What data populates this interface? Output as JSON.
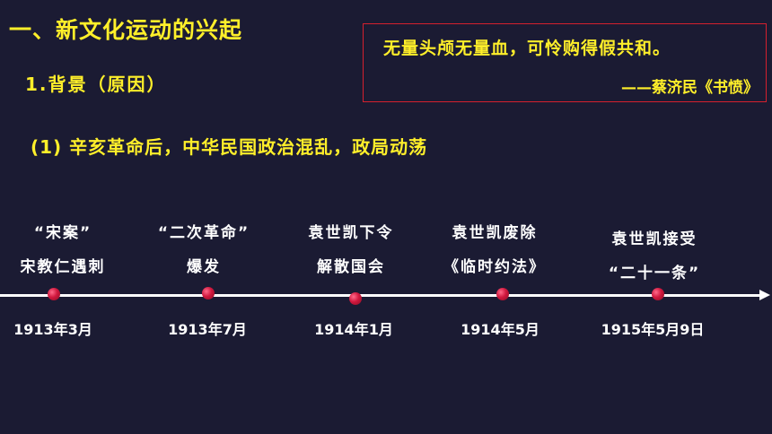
{
  "slide": {
    "title": "一、新文化运动的兴起",
    "subtitle": "1.背景（原因）",
    "point": "(1) 辛亥革命后，中华民国政治混乱，政局动荡",
    "quote": {
      "text": "无量头颅无量血，可怜购得假共和。",
      "source": "——蔡济民《书愤》"
    },
    "accent_color": "#ffef2a",
    "box_border_color": "#d5202e",
    "marker_color": "#d0183e",
    "background_color": "#1b1b33"
  },
  "timeline": {
    "events": [
      {
        "line1": "“宋案”",
        "line2": "宋教仁遇刺",
        "date": "1913年3月"
      },
      {
        "line1": "“二次革命”",
        "line2": "爆发",
        "date": "1913年7月"
      },
      {
        "line1": "袁世凯下令",
        "line2": "解散国会",
        "date": "1914年1月"
      },
      {
        "line1": "袁世凯废除",
        "line2": "《临时约法》",
        "date": "1914年5月"
      },
      {
        "line1": "袁世凯接受",
        "line2": "“二十一条”",
        "date": "1915年5月9日"
      }
    ]
  }
}
